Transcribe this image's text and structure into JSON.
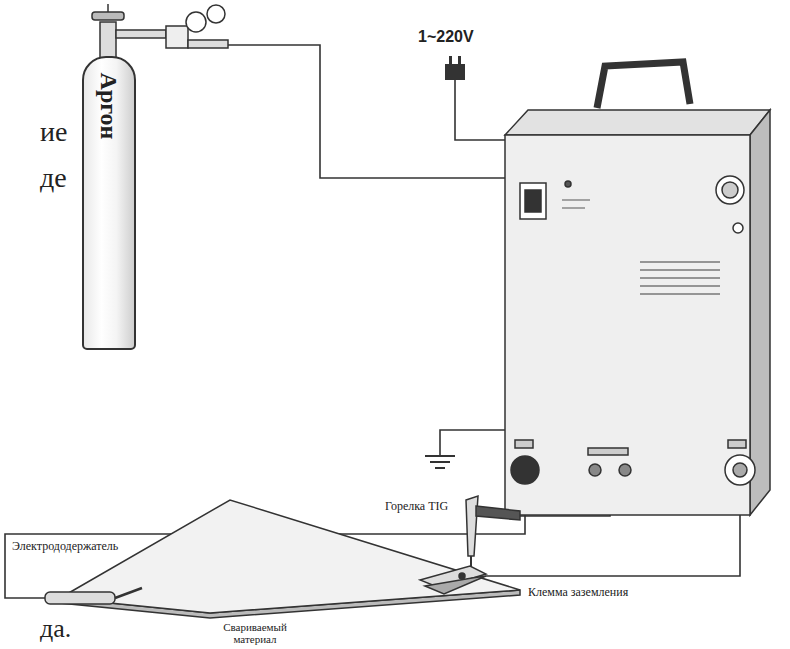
{
  "diagram": {
    "nodes": [
      {
        "text": [
          "Аргон"
        ]
      }
    ],
    "labels": [
      "1~220V",
      "ие",
      "де",
      "Электрододержатель",
      "Горелка TIG",
      "Клемма заземления",
      "Свариваемый материал",
      "да."
    ]
  }
}
